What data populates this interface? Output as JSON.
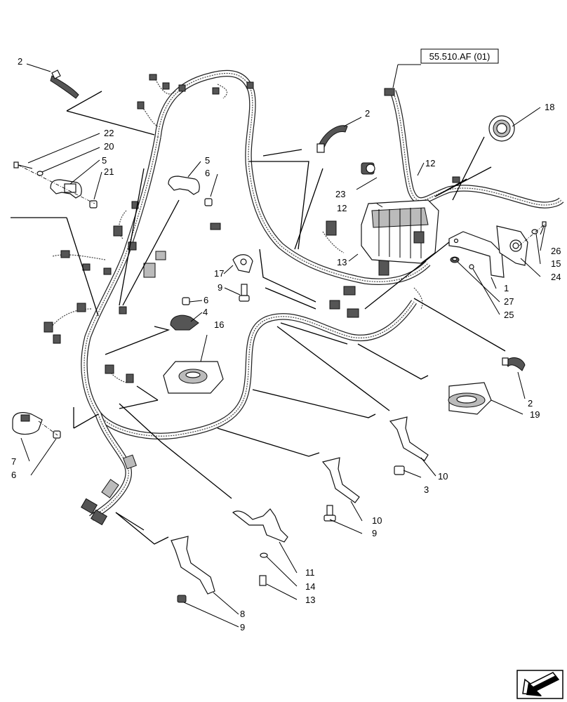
{
  "reference_label": "55.510.AF (01)",
  "callouts": {
    "c1": "1",
    "c2a": "2",
    "c2b": "2",
    "c2c": "2",
    "c3": "3",
    "c4": "4",
    "c5a": "5",
    "c5b": "5",
    "c6a": "6",
    "c6b": "6",
    "c6c": "6",
    "c7": "7",
    "c8": "8",
    "c9a": "9",
    "c9b": "9",
    "c9c": "9",
    "c10a": "10",
    "c10b": "10",
    "c11": "11",
    "c12a": "12",
    "c12b": "12",
    "c13a": "13",
    "c13b": "13",
    "c14": "14",
    "c15": "15",
    "c16": "16",
    "c17": "17",
    "c18": "18",
    "c19": "19",
    "c20": "20",
    "c21": "21",
    "c22": "22",
    "c23": "23",
    "c24": "24",
    "c25": "25",
    "c26": "26",
    "c27": "27"
  },
  "icons": {
    "nav": "arrow-down-left-icon"
  }
}
